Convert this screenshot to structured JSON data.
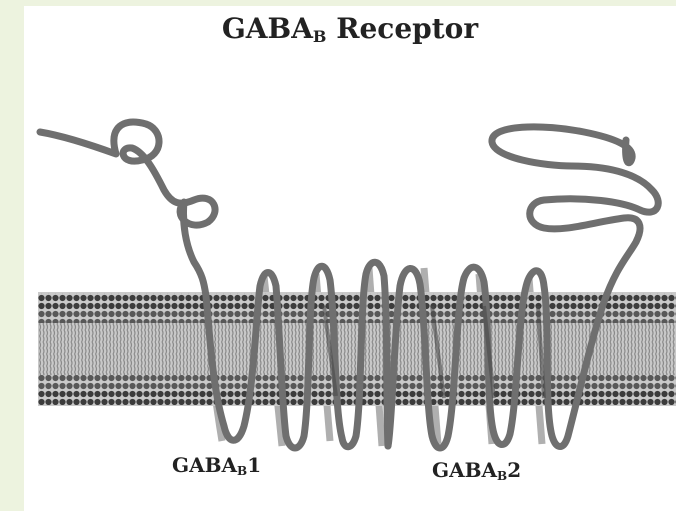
{
  "title": {
    "main": "GABA",
    "sub": "B",
    "rest": " Receptor"
  },
  "labels": [
    {
      "main": "GABA",
      "sub": "B",
      "rest": "1"
    },
    {
      "main": "GABA",
      "sub": "B",
      "rest": "2"
    }
  ],
  "colors": {
    "slide_background": "#edf3df",
    "panel": "#ffffff",
    "membrane_dark": "#3c3c3c",
    "membrane_light": "#9a9a9a",
    "protein_chain": "#6f6f6f",
    "text": "#222222"
  }
}
